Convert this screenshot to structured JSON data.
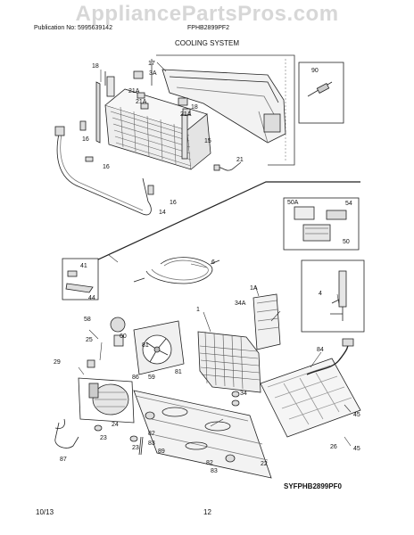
{
  "watermark": "AppliancePartsPros.com",
  "header": {
    "publication": "Publication No: 5995639142",
    "model": "FPHB2899PF2"
  },
  "section_title": "COOLING SYSTEM",
  "callouts": {
    "c18a": "18",
    "c17": "17",
    "c3A": "3A",
    "c90": "90",
    "c21A_1": "21A",
    "c21A_2": "21A",
    "c21A_3": "21A",
    "c18b": "18",
    "c16a": "16",
    "c16b": "16",
    "c16c": "16",
    "c15": "15",
    "c21": "21",
    "c14": "14",
    "c50A": "50A",
    "c54": "54",
    "c50": "50",
    "c41": "41",
    "c44": "44",
    "c6": "6",
    "c1A": "1A",
    "c34A": "34A",
    "c1": "1",
    "c4": "4",
    "c58": "58",
    "c60": "60",
    "c81a": "81",
    "c81b": "81",
    "c84": "84",
    "c25": "25",
    "c29": "29",
    "c86": "86",
    "c59": "59",
    "c34": "34",
    "c45a": "45",
    "c45b": "45",
    "c26": "26",
    "c24": "24",
    "c23a": "23",
    "c23b": "23",
    "c82a": "82",
    "c83a": "83",
    "c89": "89",
    "c87": "87",
    "c22": "22",
    "c82b": "82",
    "c83b": "83"
  },
  "diagram_code": "SYFPHB2899PF0",
  "footer": {
    "date": "10/13",
    "page": "12"
  }
}
